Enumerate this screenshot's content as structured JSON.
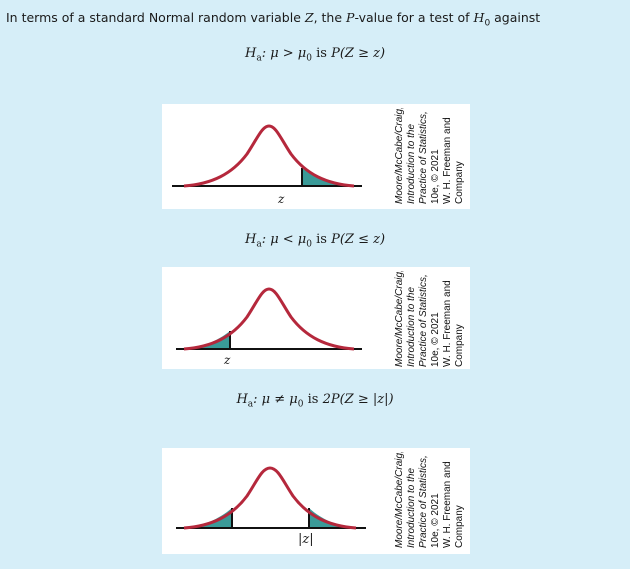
{
  "intro": {
    "text_before": "In terms of a standard Normal random variable ",
    "var": "Z",
    "text_mid": ", the ",
    "pvalue": "P",
    "text_after": "-value for a test of ",
    "h0": "H",
    "h0_sub": "0",
    "text_end": " against"
  },
  "formulas": [
    {
      "lhs": "H",
      "sub": "a",
      "rel": ": μ > μ",
      "sub0": "0",
      "is": " is ",
      "rhs": "P(Z ≥ z)"
    },
    {
      "lhs": "H",
      "sub": "a",
      "rel": ": μ < μ",
      "sub0": "0",
      "is": " is ",
      "rhs": "P(Z ≤ z)"
    },
    {
      "lhs": "H",
      "sub": "a",
      "rel": ": μ ≠ μ",
      "sub0": "0",
      "is": " is ",
      "rhs": "2P(Z ≥ |z|)"
    }
  ],
  "panels": [
    {
      "label": "z",
      "tail": "right"
    },
    {
      "label": "z",
      "tail": "left"
    },
    {
      "label": "|z|",
      "tail": "both"
    }
  ],
  "credit_lines": [
    "Moore/McCabe/Craig,",
    "Introduction to the",
    "Practice of Statistics,",
    "10e, © 2021",
    "W. H. Freeman and",
    "Company"
  ],
  "colors": {
    "background": "#d6eef8",
    "curve": "#b5283c",
    "tail_fill": "#3a9a98",
    "axis": "#111111"
  }
}
